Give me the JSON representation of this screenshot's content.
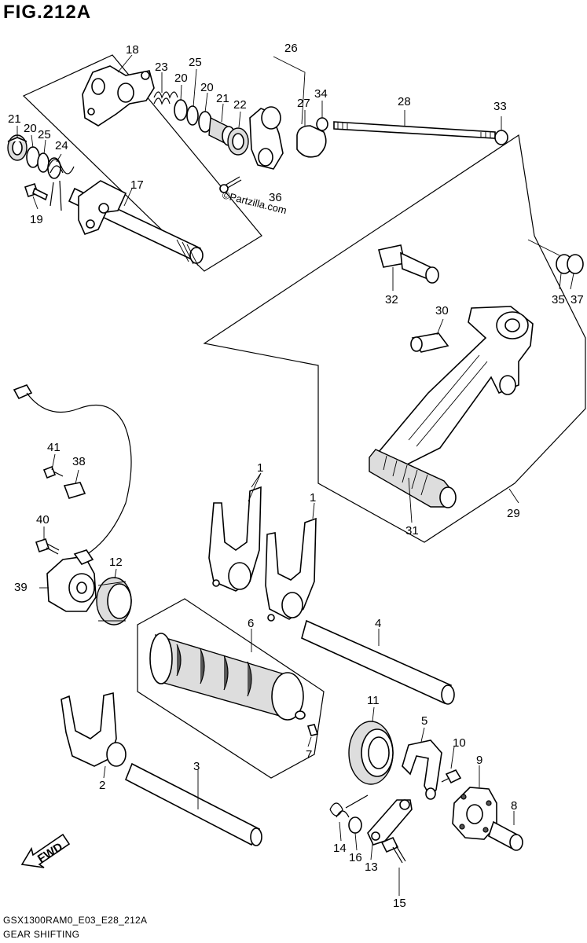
{
  "figure": {
    "title": "FIG.212A",
    "code": "GSX1300RAM0_E03_E28_212A",
    "name": "GEAR SHIFTING",
    "watermark": "©Partzilla.com",
    "fwd_label": "FWD"
  },
  "callouts": {
    "c1a": "1",
    "c1b": "1",
    "c2": "2",
    "c3": "3",
    "c4": "4",
    "c5": "5",
    "c6": "6",
    "c7": "7",
    "c8": "8",
    "c9": "9",
    "c10": "10",
    "c11": "11",
    "c12": "12",
    "c13": "13",
    "c14": "14",
    "c15": "15",
    "c16": "16",
    "c17": "17",
    "c18": "18",
    "c19": "19",
    "c20a": "20",
    "c20b": "20",
    "c20c": "20",
    "c21a": "21",
    "c21b": "21",
    "c22": "22",
    "c23": "23",
    "c24": "24",
    "c25a": "25",
    "c25b": "25",
    "c26": "26",
    "c27": "27",
    "c28": "28",
    "c29": "29",
    "c30": "30",
    "c31": "31",
    "c32": "32",
    "c33": "33",
    "c34": "34",
    "c35": "35",
    "c36": "36",
    "c37": "37",
    "c38": "38",
    "c39": "39",
    "c40": "40",
    "c41": "41"
  }
}
